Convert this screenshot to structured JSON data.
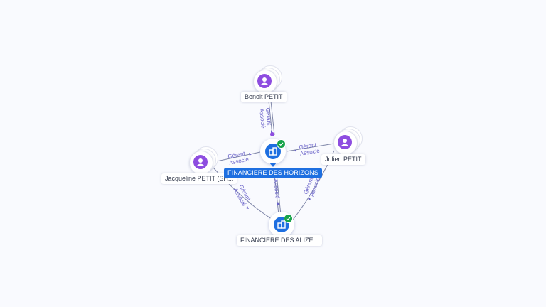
{
  "graph": {
    "nodes": {
      "benoit": {
        "label": "Benoit PETIT",
        "icon": "person-icon"
      },
      "jacqueline": {
        "label": "Jacqueline PETIT (SH...",
        "icon": "person-icon"
      },
      "julien": {
        "label": "Julien PETIT",
        "icon": "person-icon"
      },
      "horizons": {
        "label": "FINANCIERE DES HORIZONS",
        "icon": "building-icon",
        "verified": true
      },
      "alizes": {
        "label": "FINANCIERE DES ALIZE...",
        "icon": "building-icon",
        "verified": true
      }
    },
    "edges": [
      {
        "from": "benoit",
        "to": "horizons",
        "labels": [
          "Gérant",
          "Associé"
        ]
      },
      {
        "from": "jacqueline",
        "to": "horizons",
        "labels": [
          "Gérant",
          "Associé"
        ]
      },
      {
        "from": "julien",
        "to": "horizons",
        "labels": [
          "Gérant",
          "Associé"
        ]
      },
      {
        "from": "horizons",
        "to": "alizes",
        "labels": [
          "Associé"
        ]
      },
      {
        "from": "jacqueline",
        "to": "alizes",
        "labels": [
          "Gérant",
          "Associé"
        ]
      },
      {
        "from": "julien",
        "to": "alizes",
        "labels": [
          "Gérant",
          "Associé"
        ]
      }
    ]
  },
  "colors": {
    "person": "#8e4de0",
    "company": "#1e6fe0",
    "verified": "#17a34a",
    "edge_label": "#6a63c9"
  }
}
